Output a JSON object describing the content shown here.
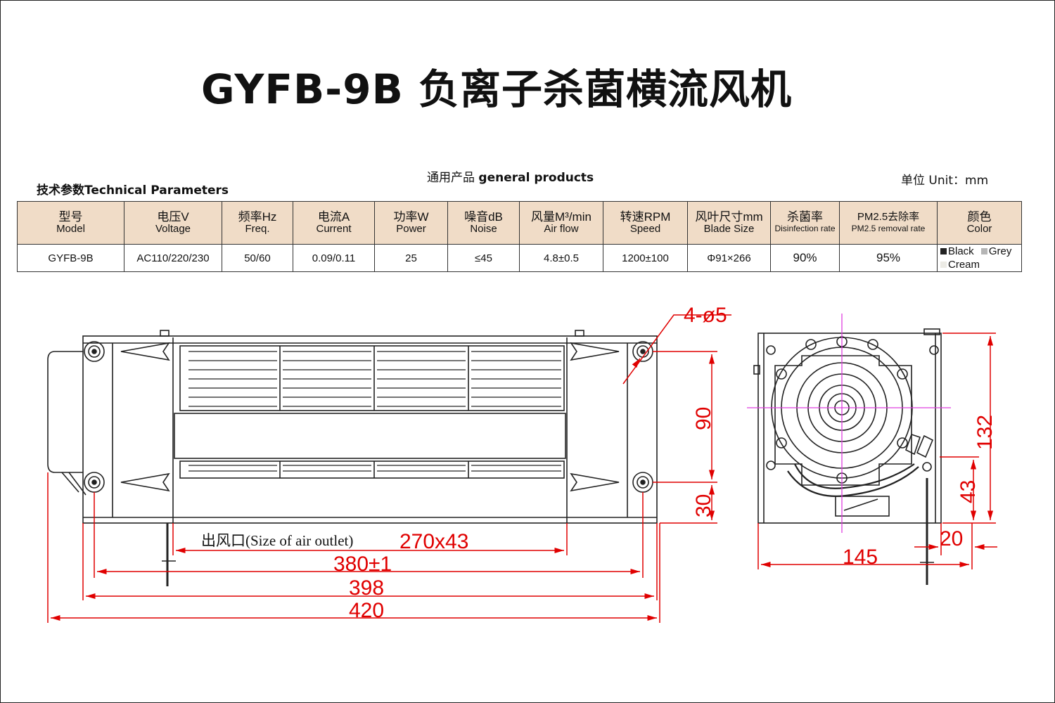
{
  "title": "GYFB-9B 负离子杀菌横流风机",
  "tech_params_label": "技术参数Technical Parameters",
  "general_products_zh": "通用产品 ",
  "general_products_en": "general products",
  "unit_label": "单位 Unit：mm",
  "table": {
    "headers": [
      {
        "zh": "型号",
        "en": "Model"
      },
      {
        "zh": "电压V",
        "en": "Voltage"
      },
      {
        "zh": "频率Hz",
        "en": "Freq."
      },
      {
        "zh": "电流A",
        "en": "Current"
      },
      {
        "zh": "功率W",
        "en": "Power"
      },
      {
        "zh": "噪音dB",
        "en": "Noise"
      },
      {
        "zh": "风量M³/min",
        "en": "Air flow"
      },
      {
        "zh": "转速RPM",
        "en": "Speed"
      },
      {
        "zh": "风叶尺寸mm",
        "en": "Blade Size"
      },
      {
        "zh": "杀菌率",
        "en": "Disinfection rate"
      },
      {
        "zh": "PM2.5去除率",
        "en": "PM2.5 removal rate"
      },
      {
        "zh": "颜色",
        "en": "Color"
      }
    ],
    "row": {
      "model": "GYFB-9B",
      "voltage": "AC110/220/230",
      "freq": "50/60",
      "current": "0.09/0.11",
      "power": "25",
      "noise": "≤45",
      "airflow": "4.8±0.5",
      "speed": "1200±100",
      "blade": "Φ91×266",
      "disinfection": "90%",
      "pm25": "95%",
      "colors": [
        {
          "name": "Black",
          "swatch": "#222222"
        },
        {
          "name": "Grey",
          "swatch": "#b5b5b5"
        },
        {
          "name": "Cream",
          "swatch": "#ecebe5"
        }
      ]
    }
  },
  "drawing": {
    "dim_color": "#e00000",
    "hole_spec": "4-ø5",
    "outlet_label": "出风口(Size of  air outlet)",
    "outlet_size": "270x43",
    "dim_380": "380±1",
    "dim_398": "398",
    "dim_420": "420",
    "dim_90": "90",
    "dim_30": "30",
    "dim_132": "132",
    "dim_43": "43",
    "dim_20": "20",
    "dim_145": "145"
  }
}
